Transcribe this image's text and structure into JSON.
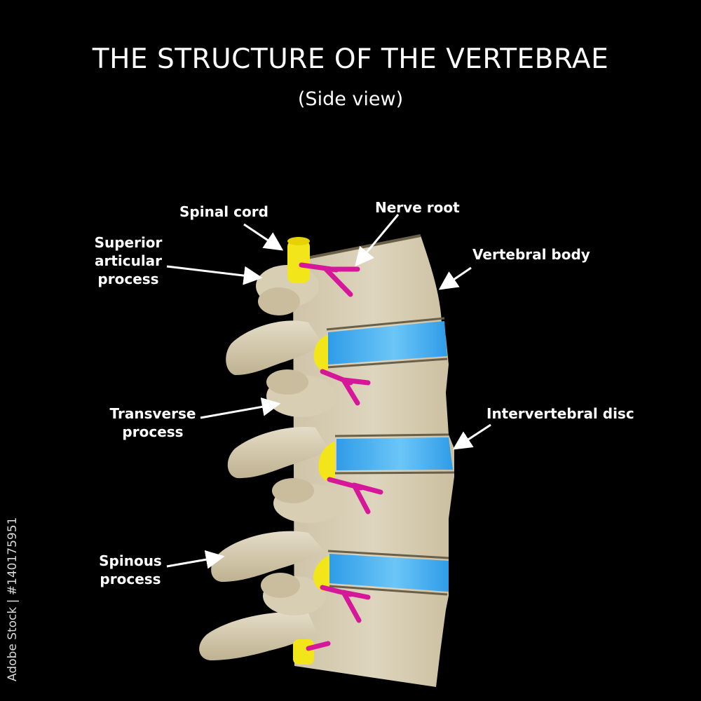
{
  "title": "THE STRUCTURE OF THE VERTEBRAE",
  "subtitle": "(Side view)",
  "labels": {
    "spinal_cord": "Spinal cord",
    "nerve_root": "Nerve root",
    "superior_articular": [
      "Superior",
      "articular",
      "process"
    ],
    "vertebral_body": "Vertebral body",
    "transverse": [
      "Transverse",
      "process"
    ],
    "intervertebral_disc": "Intervertebral disc",
    "spinous": [
      "Spinous",
      "process"
    ]
  },
  "stock_id": "Adobe Stock | #140175951",
  "colors": {
    "background": "#000000",
    "bone": "#d9cfb6",
    "disc": "#3aa8f0",
    "spinal_cord": "#f2e61a",
    "nerve": "#d6179a",
    "text": "#ffffff"
  }
}
